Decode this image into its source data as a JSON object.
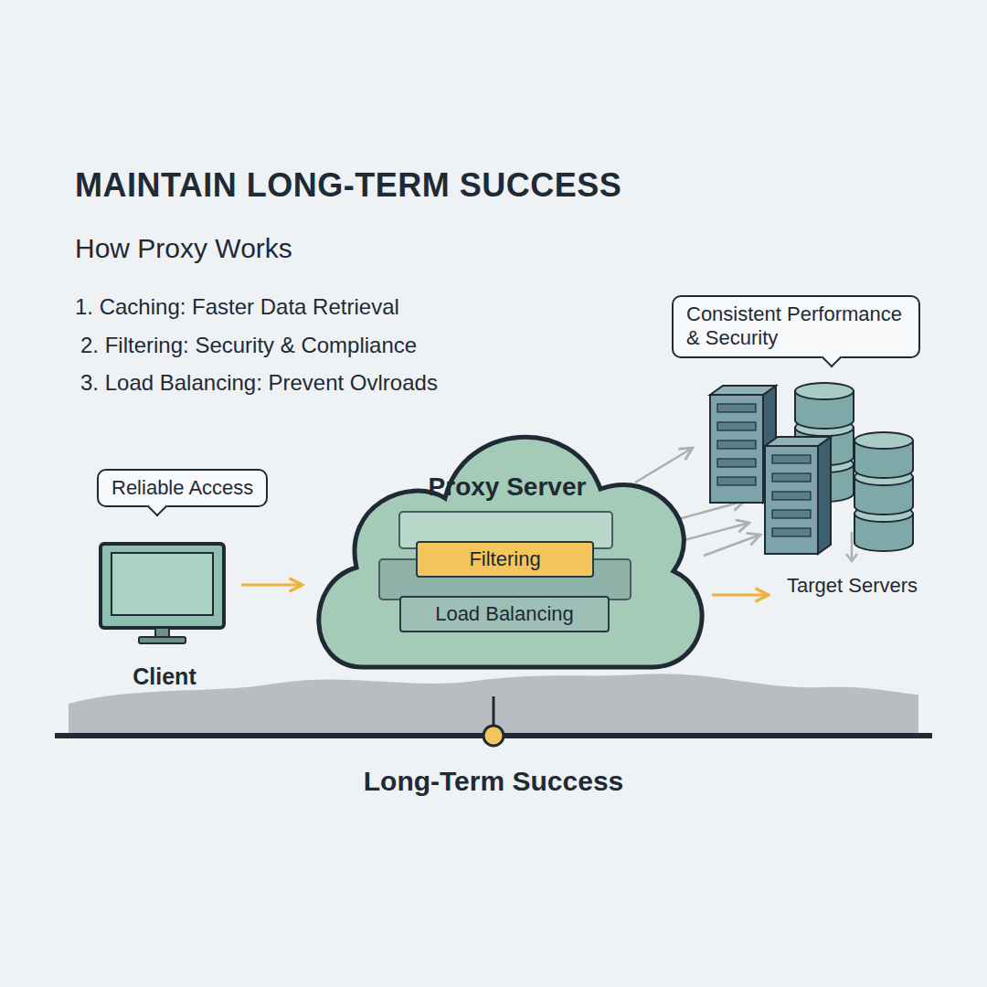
{
  "diagram": {
    "title": "MAINTAIN LONG-TERM SUCCESS",
    "nodes": [
      {
        "text": [
          "Reliable Access"
        ]
      },
      {
        "text": [
          "Client"
        ]
      },
      {
        "text": [
          "Proxy Server"
        ]
      },
      {
        "text": [
          "Filtering"
        ],
        "in": 2
      },
      {
        "text": [
          "Load Balancing"
        ],
        "in": 2
      },
      {
        "text": [
          "Consistent Performance & Security"
        ]
      },
      {
        "text": [
          "Target Servers"
        ]
      }
    ],
    "edges": [
      {
        "from": 1,
        "to": 2,
        "arrow": "to"
      },
      {
        "from": 2,
        "to": 6,
        "arrow": "to"
      }
    ],
    "labels": [
      "How Proxy Works",
      "1. Caching: Faster Data Retrieval",
      "2. Filtering: Security & Compliance",
      "3. Load Balancing: Prevent Ovlroads",
      "Long-Term Success"
    ]
  }
}
